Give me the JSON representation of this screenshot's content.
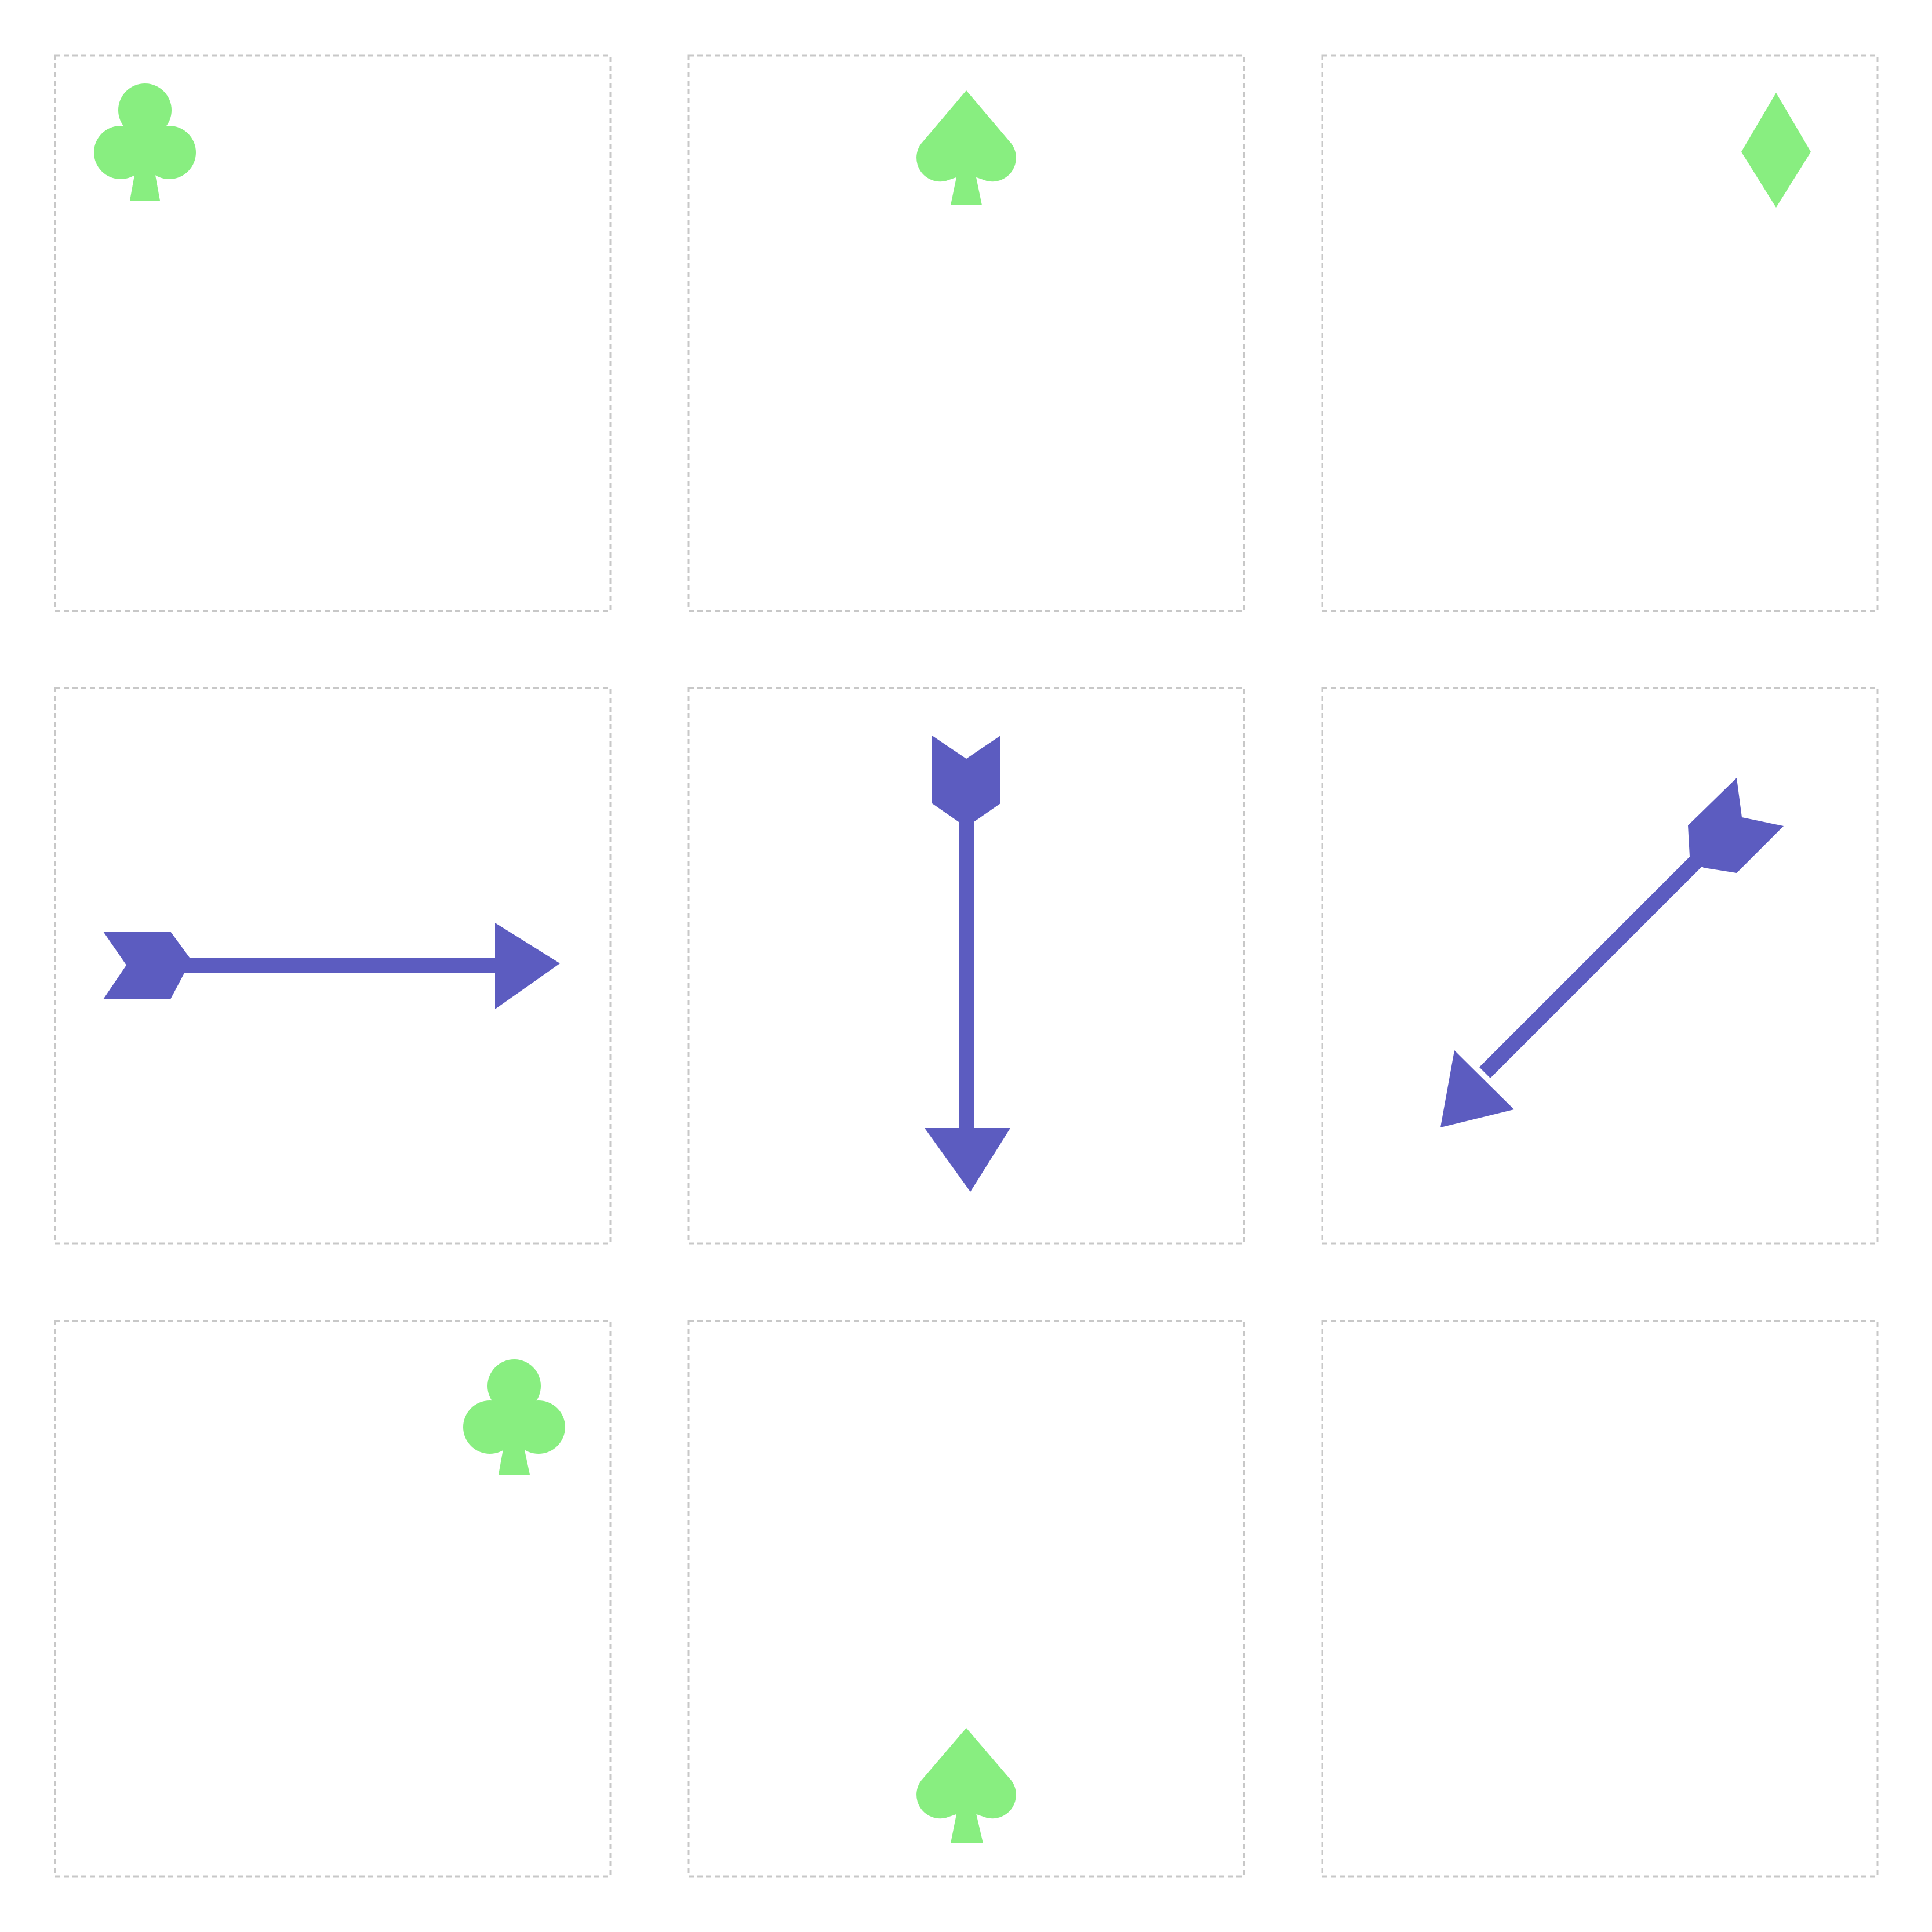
{
  "colors": {
    "background": "#ffffff",
    "cell_border": "#c8c8c8",
    "symbol": "#88ee80",
    "arrow": "#5c5cc0"
  },
  "grid": {
    "rows": 3,
    "cols": 3
  },
  "cells": [
    {
      "row": 0,
      "col": 0,
      "symbol": "club-icon"
    },
    {
      "row": 0,
      "col": 1,
      "symbol": "spade-icon"
    },
    {
      "row": 0,
      "col": 2,
      "symbol": "diamond-icon"
    },
    {
      "row": 1,
      "col": 0,
      "arrow": "arrow-right-icon"
    },
    {
      "row": 1,
      "col": 1,
      "arrow": "arrow-down-icon"
    },
    {
      "row": 1,
      "col": 2,
      "arrow": "arrow-down-left-icon"
    },
    {
      "row": 2,
      "col": 0,
      "symbol": "club-icon"
    },
    {
      "row": 2,
      "col": 1,
      "symbol": "spade-icon"
    },
    {
      "row": 2,
      "col": 2
    }
  ]
}
